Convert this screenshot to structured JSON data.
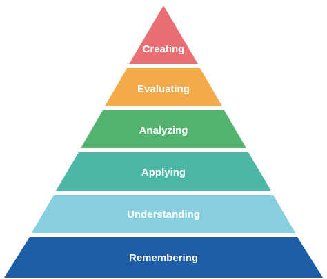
{
  "pyramid": {
    "tiers": [
      {
        "label": "Creating",
        "color": "#ea6f75"
      },
      {
        "label": "Evaluating",
        "color": "#f3aa4b"
      },
      {
        "label": "Analyzing",
        "color": "#53b270"
      },
      {
        "label": "Applying",
        "color": "#4cb7a6"
      },
      {
        "label": "Understanding",
        "color": "#87cfdf"
      },
      {
        "label": "Remembering",
        "color": "#1e5ea8"
      }
    ]
  }
}
